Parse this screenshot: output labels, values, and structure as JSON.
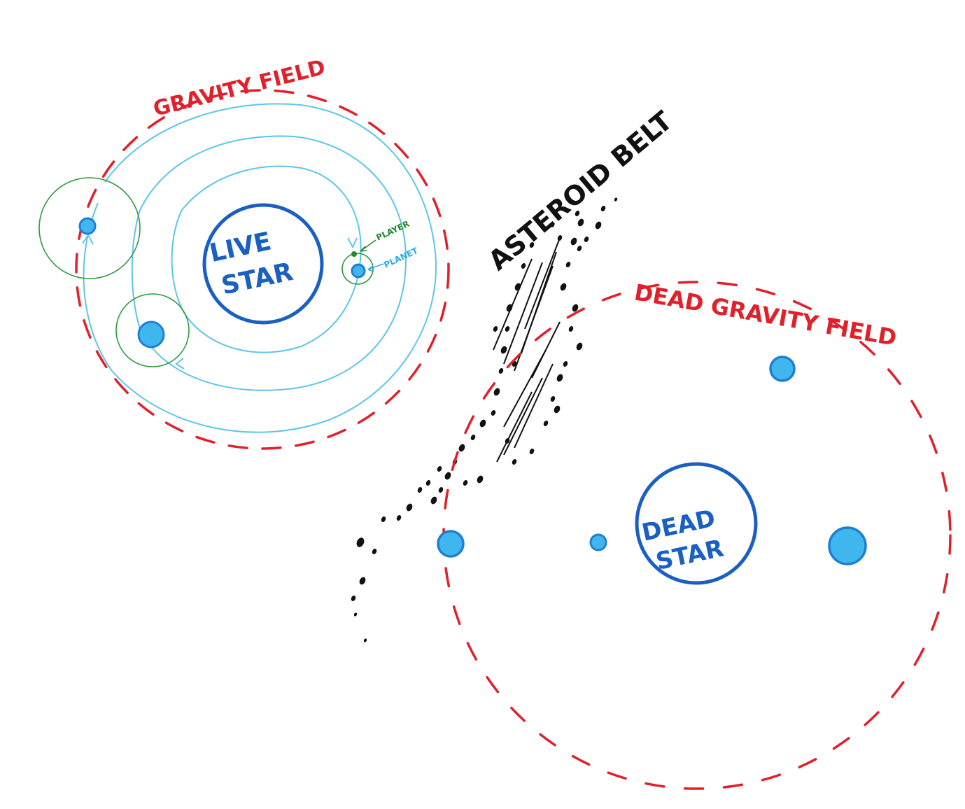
{
  "labels": {
    "gravity_field": "GRAVITY FIELD",
    "live_star_line1": "LIVE",
    "live_star_line2": "STAR",
    "player": "PLAYER",
    "planet": "PLANET",
    "asteroid_belt": "ASTEROID BELT",
    "dead_gravity_field": "DEAD GRAVITY FIELD",
    "dead_star_line1": "DEAD",
    "dead_star_line2": "STAR"
  },
  "colors": {
    "gravity_field_stroke": "#e0202a",
    "orbit_stroke": "#5cc6ea",
    "star_stroke": "#1a5fc2",
    "planet_fill": "#3fb7ee",
    "planet_stroke": "#1f7fd0",
    "moon_orbit_stroke": "#2e9a3e",
    "asteroid_fill": "#111111"
  }
}
